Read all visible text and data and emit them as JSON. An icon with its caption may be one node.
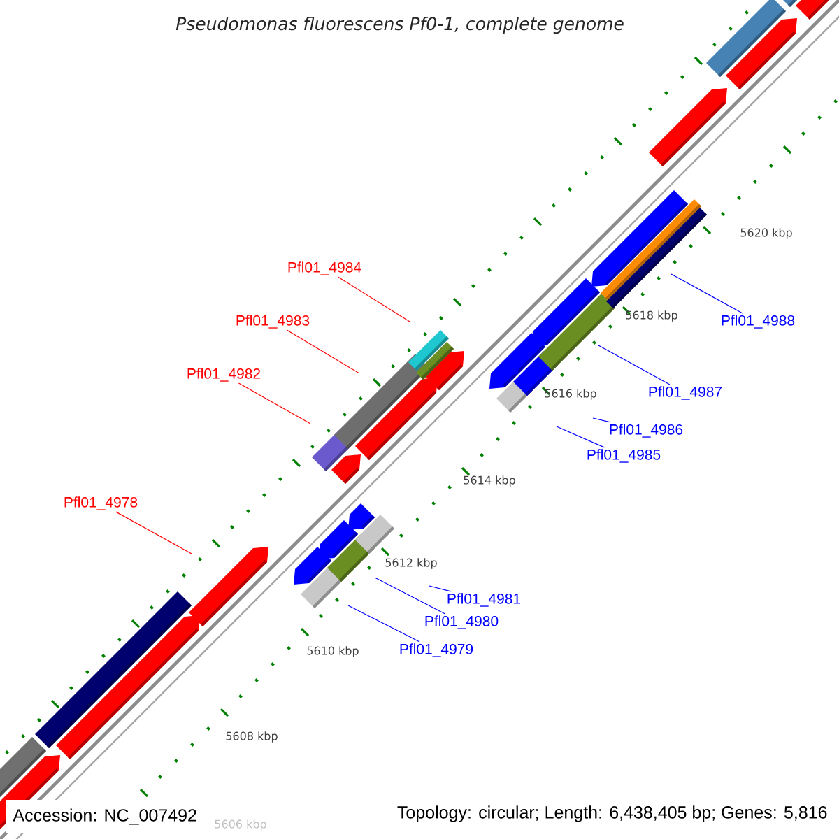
{
  "diagram": {
    "title": "*Pseudomonas fluorescens* Pf0-1, complete genome",
    "nodes": [
      {
        "text": [
          "Pfl01_4984"
        ]
      },
      {
        "text": [
          "Pfl01_4988"
        ]
      },
      {
        "text": [
          "Pfl01_4983"
        ]
      },
      {
        "text": [
          "Pfl01_4982"
        ]
      },
      {
        "text": [
          "Pfl01_4987"
        ]
      },
      {
        "text": [
          "Pfl01_4986"
        ]
      },
      {
        "text": [
          "Pfl01_4985"
        ]
      },
      {
        "text": [
          "Pfl01_4978"
        ]
      },
      {
        "text": [
          "Pfl01_4981"
        ]
      },
      {
        "text": [
          "Pfl01_4980"
        ]
      },
      {
        "text": [
          "Pfl01_4979"
        ]
      }
    ],
    "edges": [
      {
        "from": 0,
        "to": null,
        "arrow": "none",
        "color": "#ff0000"
      },
      {
        "from": 1,
        "to": null,
        "arrow": "none"
      },
      {
        "from": 2,
        "to": null,
        "arrow": "none",
        "color": "#ff0000"
      },
      {
        "from": 3,
        "to": null,
        "arrow": "none",
        "color": "#ff0000"
      },
      {
        "from": 4,
        "to": null,
        "arrow": "none"
      },
      {
        "from": 5,
        "to": null,
        "arrow": "none"
      },
      {
        "from": 6,
        "to": null,
        "arrow": "none"
      },
      {
        "from": 7,
        "to": null,
        "arrow": "none",
        "color": "#ff0000"
      },
      {
        "from": 8,
        "to": null,
        "arrow": "none"
      },
      {
        "from": 9,
        "to": null,
        "arrow": "none"
      },
      {
        "from": 10,
        "to": null,
        "arrow": "none"
      }
    ],
    "labels": [
      "5620 kbp",
      "5618 kbp",
      "5616 kbp",
      "5614 kbp",
      "5612 kbp",
      "5610 kbp",
      "5608 kbp",
      "Accession: NC_007492",
      "Topology: circular; Length: 6,438,405 bp; Genes: 5,816",
      "5606 kbp"
    ]
  }
}
